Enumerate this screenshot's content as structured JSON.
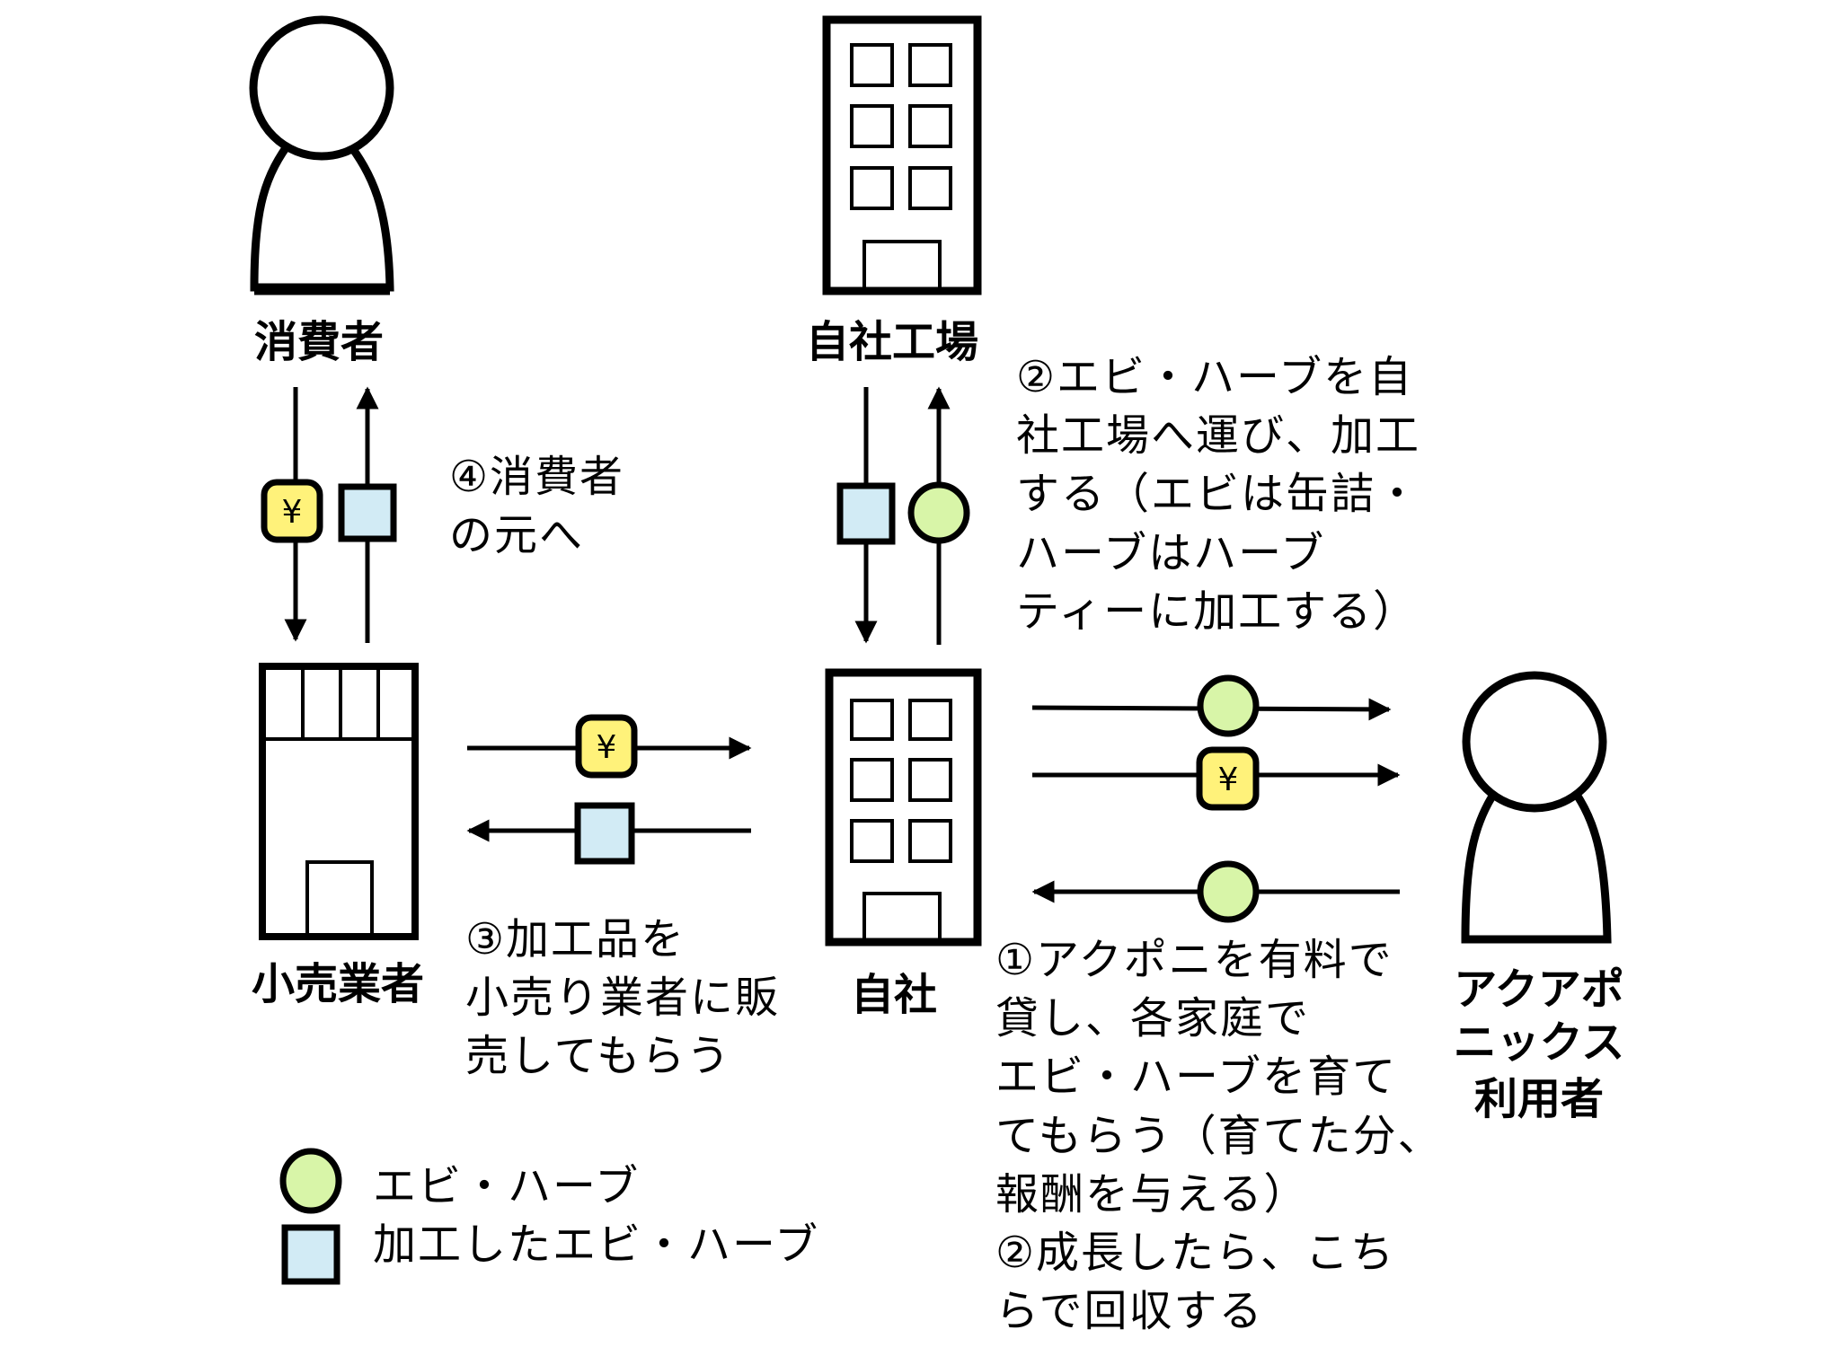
{
  "colors": {
    "money": "#FFF27A",
    "product": "#D2EBF5",
    "raw": "#D8F5A8",
    "line": "#000000",
    "background": "#FFFFFF"
  },
  "actors": {
    "consumer": "消費者",
    "retailer": "小売業者",
    "factory": "自社工場",
    "company": "自社",
    "user_lines": [
      "アクアポ",
      "ニックス",
      "利用者"
    ]
  },
  "tokens": {
    "money_symbol": "¥"
  },
  "notes": {
    "step4": [
      "④消費者",
      "の元へ"
    ],
    "step2_factory": [
      "②エビ・ハーブを自",
      "社工場へ運び、加工",
      "する（エビは缶詰・",
      "ハーブはハーブ",
      "ティーに加工する）"
    ],
    "step3": [
      "③加工品を",
      "小売り業者に販",
      "売してもらう"
    ],
    "step1": [
      "①アクポニを有料で",
      "貸し、各家庭で",
      "エビ・ハーブを育て",
      "てもらう（育てた分、",
      "報酬を与える）",
      "②成長したら、こち",
      "らで回収する"
    ]
  },
  "legend": [
    {
      "shape": "circle",
      "label": "エビ・ハーブ"
    },
    {
      "shape": "square",
      "label": "加工したエビ・ハーブ"
    }
  ],
  "flows": [
    {
      "from": "retailer",
      "to": "consumer",
      "item": "product"
    },
    {
      "from": "consumer",
      "to": "retailer",
      "item": "money"
    },
    {
      "from": "company",
      "to": "factory",
      "item": "raw"
    },
    {
      "from": "factory",
      "to": "company",
      "item": "product"
    },
    {
      "from": "retailer",
      "to": "company",
      "item": "money"
    },
    {
      "from": "company",
      "to": "retailer",
      "item": "product"
    },
    {
      "from": "company",
      "to": "user",
      "item": "raw"
    },
    {
      "from": "company",
      "to": "user",
      "item": "money"
    },
    {
      "from": "user",
      "to": "company",
      "item": "raw"
    }
  ]
}
